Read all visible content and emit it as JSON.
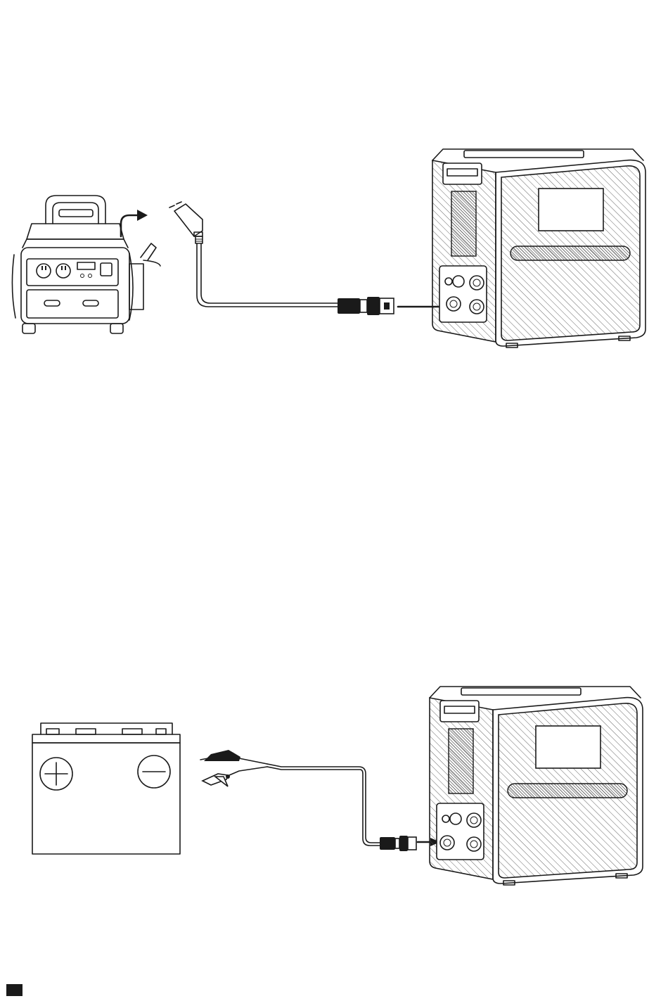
{
  "colors": {
    "line": "#1a1a1a",
    "paper": "#ffffff",
    "marker": "#1a1a1a"
  },
  "figure_top": {
    "items": [
      "generator",
      "ac-plug-cable",
      "power-station"
    ]
  },
  "figure_bottom": {
    "items": [
      "car-battery",
      "alligator-clip-cable",
      "power-station"
    ],
    "battery_terminals": {
      "positive": "+",
      "negative": "−"
    }
  },
  "icons": [
    "generator-icon",
    "power-plug-icon",
    "insert-arrow-icon",
    "power-station-icon",
    "battery-icon",
    "alligator-clip-icon"
  ]
}
